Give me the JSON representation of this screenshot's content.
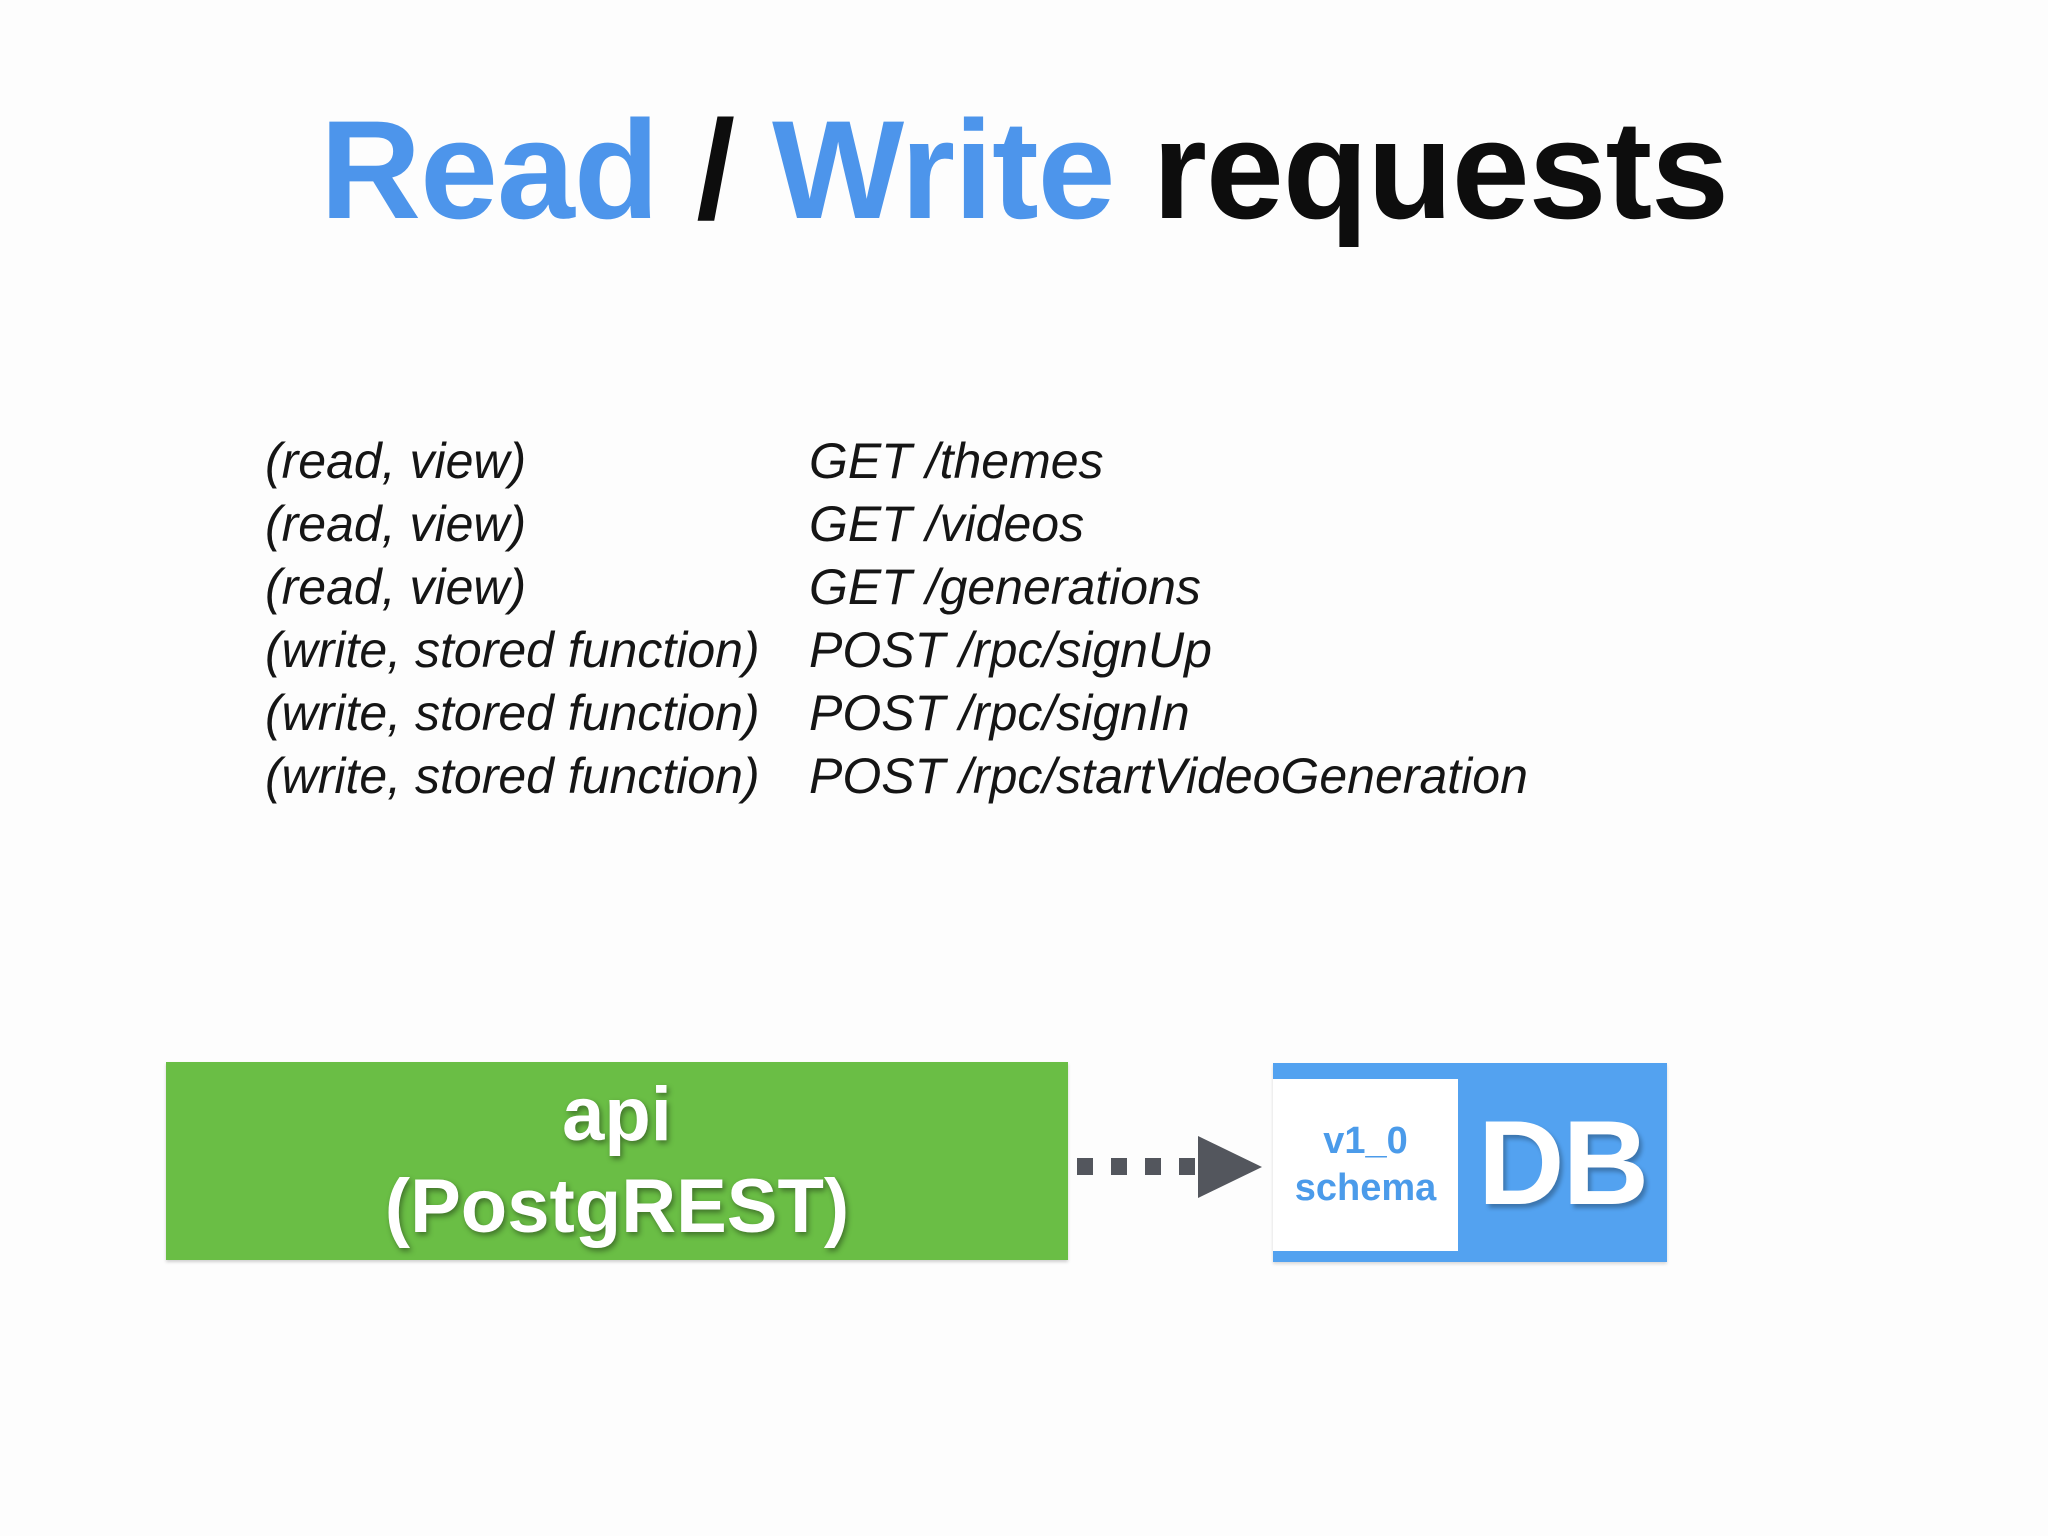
{
  "title": {
    "read_label": "Read",
    "separator": " / ",
    "write_label": "Write",
    "suffix": " requests",
    "accent_color": "#4D95EB",
    "text_color": "#0D0D0D"
  },
  "requests": [
    {
      "kind": "(read, view)",
      "endpoint": "GET /themes"
    },
    {
      "kind": "(read, view)",
      "endpoint": "GET /videos"
    },
    {
      "kind": "(read, view)",
      "endpoint": "GET /generations"
    },
    {
      "kind": "(write, stored function)",
      "endpoint": "POST /rpc/signUp"
    },
    {
      "kind": "(write, stored function)",
      "endpoint": "POST /rpc/signIn"
    },
    {
      "kind": "(write, stored function)",
      "endpoint": "POST /rpc/startVideoGeneration"
    }
  ],
  "diagram": {
    "api_box": {
      "line1": "api",
      "line2": "(PostgREST)",
      "background_color": "#6ABE45",
      "text_color": "#FFFFFF"
    },
    "arrow": {
      "style": "dashed-right-arrow",
      "color": "#53565D"
    },
    "db_box": {
      "schema_line1": "v1_0",
      "schema_line2": "schema",
      "db_label": "DB",
      "background_color": "#53A2F0",
      "schema_text_color": "#4B9BEA",
      "db_text_color": "#FFFFFF"
    }
  }
}
